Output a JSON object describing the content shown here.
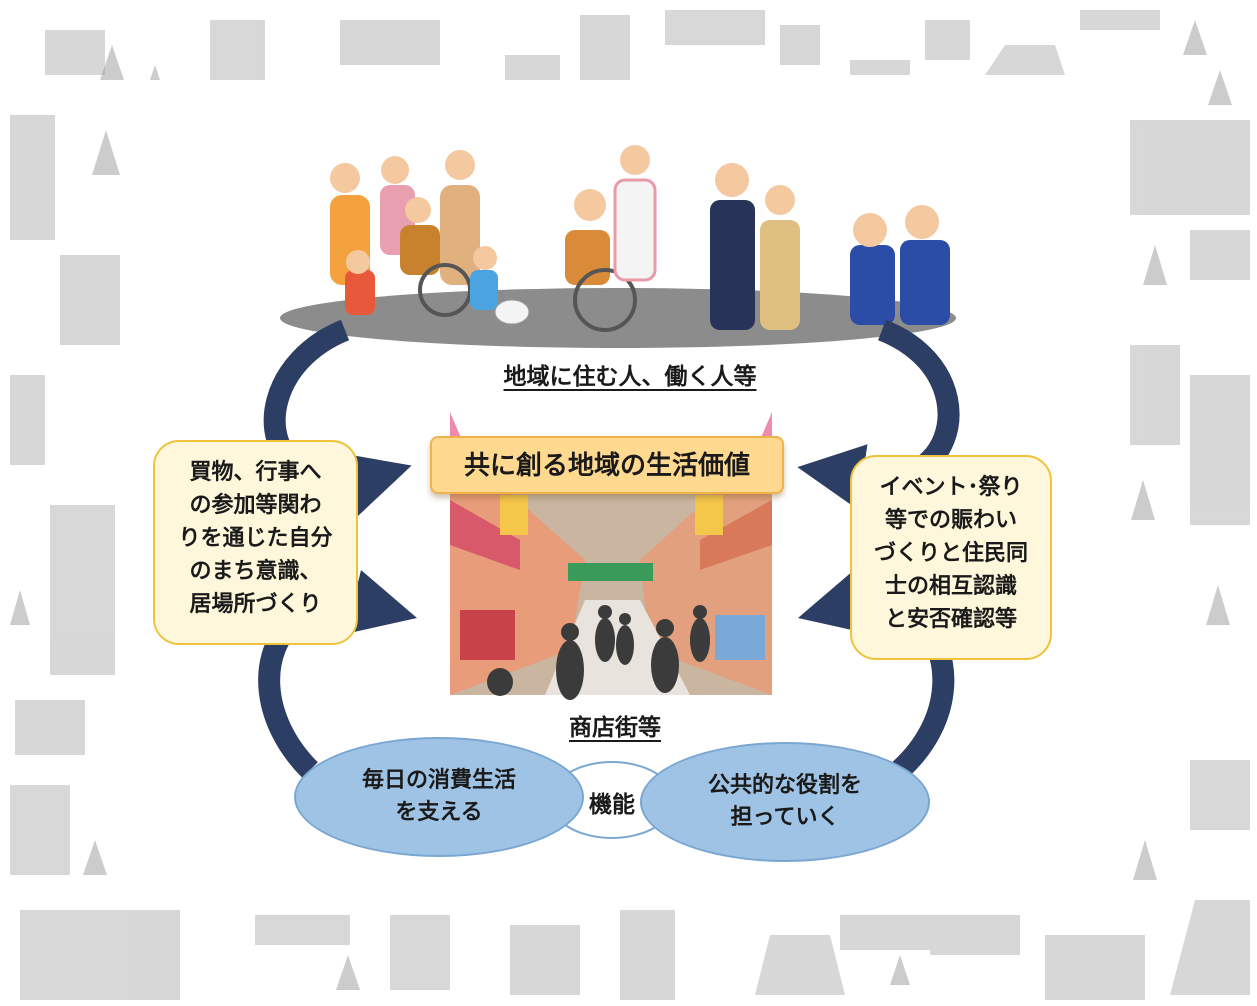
{
  "people_label": "地域に住む人、働く人等",
  "center_label": "共に創る地域の生活価値",
  "street_label": "商店街等",
  "left_box": [
    "買物、行事へ",
    "の参加等関わ",
    "りを通じた自分",
    "のまち意識、",
    "居場所づくり"
  ],
  "right_box": [
    "イベント･祭り",
    "等での賑わい",
    "づくりと住民同",
    "士の相互認識",
    "と安否確認等"
  ],
  "oval_left": [
    "毎日の消費生活",
    "を支える"
  ],
  "oval_right": [
    "公共的な役割を",
    "担っていく"
  ],
  "function_label": "機能",
  "colors": {
    "arrow": "#2c3e63",
    "oval": "#9fc3e4",
    "box_border": "#f0c23c",
    "center_bg": "#ffd98f"
  }
}
